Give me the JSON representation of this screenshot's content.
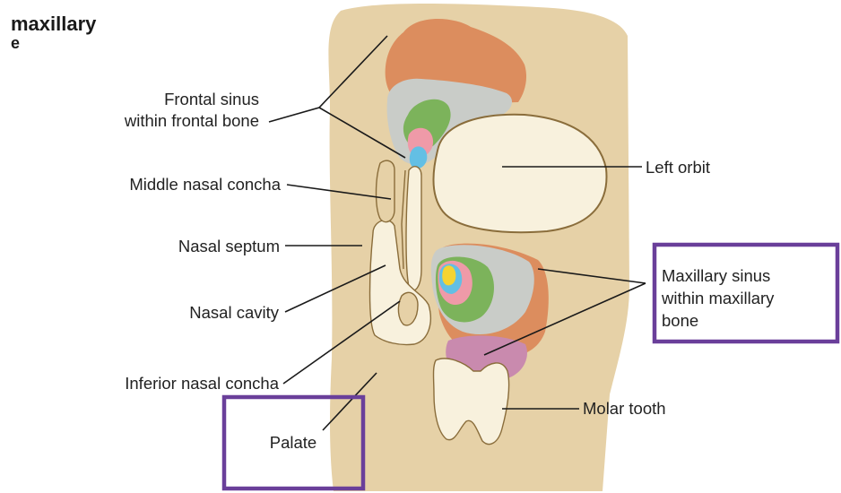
{
  "header": {
    "title": "maxillary",
    "subtitle": "e"
  },
  "labels": {
    "frontal_sinus_1": "Frontal sinus",
    "frontal_sinus_2": "within frontal bone",
    "middle_nasal_concha": "Middle nasal concha",
    "nasal_septum": "Nasal septum",
    "nasal_cavity": "Nasal cavity",
    "inferior_nasal_concha": "Inferior nasal concha",
    "palate": "Palate",
    "left_orbit": "Left orbit",
    "maxillary_sinus_1": "Maxillary sinus",
    "maxillary_sinus_2": "within maxillary",
    "maxillary_sinus_3": "bone",
    "molar_tooth": "Molar tooth"
  },
  "colors": {
    "bone": "#e6d1a7",
    "bone_outline": "#8a6d3b",
    "cavity": "#f8f1dd",
    "orange_bone": "#dc8d5e",
    "gray_layer": "#c9ccc8",
    "green_layer": "#7cb35b",
    "pink_layer": "#ef9aa8",
    "blue_layer": "#63bfe4",
    "yellow_layer": "#f5d431",
    "mauve_layer": "#c98aae",
    "highlight_box": "#6a3f9a"
  }
}
